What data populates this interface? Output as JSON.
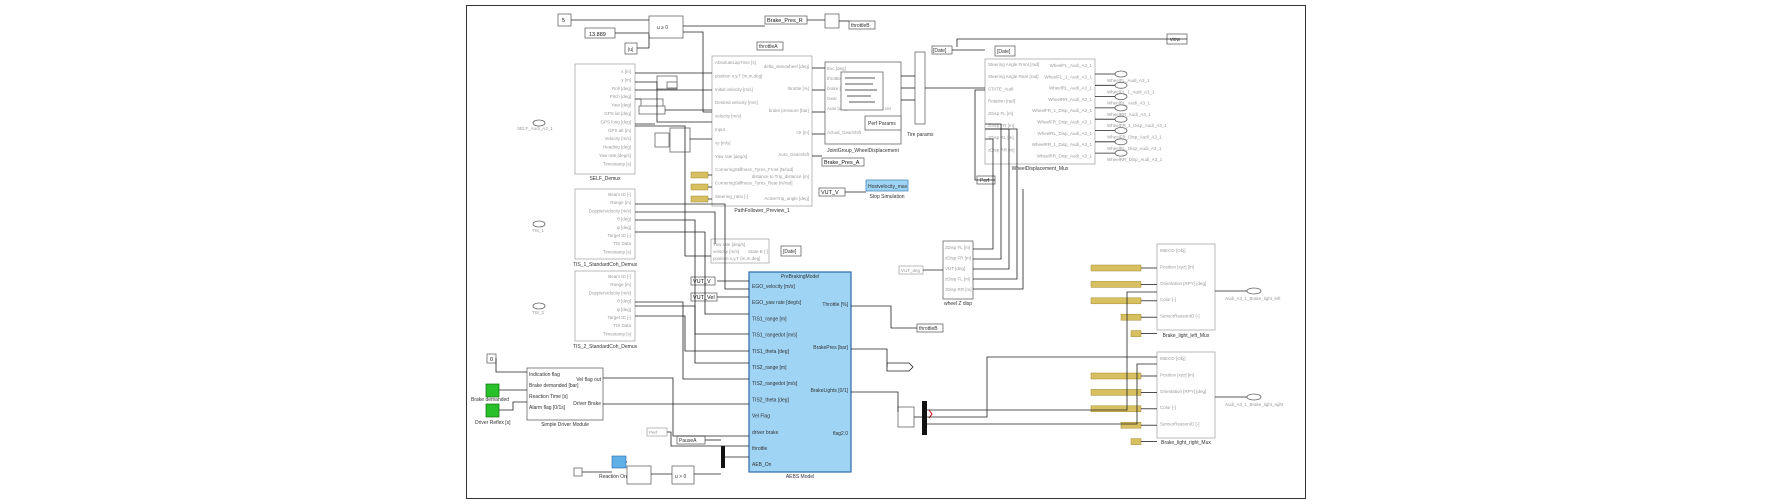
{
  "labels": {
    "const5": "5",
    "const13": "13.889",
    "brake_pres_r": "Brake_Pres_R",
    "brake_pres_a": "Brake_Pres_A",
    "throttle": "throttleB",
    "throttleA": "throttleA",
    "throttleS": "throttleB",
    "date_tag": "[Date]",
    "view": "view",
    "perf": "Perf",
    "vut_v": "VUT_V",
    "vut_vel": "VUT_Vel",
    "pause_lbl": "PauseA",
    "stop_sim_block": "Hostvelocity_max",
    "stop_sim_caption": "Stop Simulation",
    "self_demux": "SELF_Demux",
    "self_in": "SELF_Audi_A3_1",
    "tis1_in": "TIS_1",
    "tis2_in": "TIS_2",
    "tis1_demux": "TIS_1_StandardCoh_Demux",
    "tis2_demux": "TIS_2_StandardCoh_Demux",
    "path_follower": "PathFollower_Preview_1",
    "joint_group": "JointGroup_WheelDisplacement",
    "wheel_disp": "WheelDisplacement_Mux",
    "wheel_z_disp": "wheel Z disp",
    "aeb_model": "AEBS Model",
    "aeb_header": "PreBrakingModel",
    "simple_driver": "Simple Driver Module",
    "driver_reflex": "Driver Reflex [s]",
    "brake_demand": "Brake demanded",
    "reaction_onoff": "Reaction On/Off",
    "brake_light_left": "Brake_light_left_Mux",
    "brake_light_right": "Brake_light_right_Mux",
    "out_left": "Audi_A3_1_Brake_light_left",
    "out_right": "Audi_A3_1_Brake_light_right",
    "date_b": "[Date]",
    "const0": "0"
  },
  "self_ports": [
    "x [m]",
    "y [m]",
    "Roll [deg]",
    "Pitch [deg]",
    "Yaw [deg]",
    "GPS lat [deg]",
    "GPS long [deg]",
    "GPS alt [m]",
    "Velocity [m/s]",
    "Heading [deg]",
    "Yaw rate [deg/s]",
    "Timestamp [s]"
  ],
  "tis_ports": [
    "Beam ID [-]",
    "Range [m]",
    "DopplerVelocity [m/s]",
    "θ [deg]",
    "φ [deg]",
    "Target ID [-]",
    "TIS Data",
    "Timestamp [s]"
  ],
  "path_in": [
    "AbsoluteLapTime [s]",
    "position x,y,T [m,m,deg]",
    "Initial velocity [m/s]",
    "Desired velocity [m/s]",
    "velocity [m/s]",
    "Input",
    "vy [m/s]",
    "Yaw rate [deg/s]",
    "CorneringStiffness_Tyres_Front [N/rad]",
    "CorneringStiffness_Tyres_Rear [N/rad]",
    "Steering_ratio [-]"
  ],
  "path_out": [
    "delta_steerwheel [deg]",
    "throttle [%]",
    "brake pressure [bar]",
    "ctr [m]",
    "Auto_GearShift",
    "distance to Trip_distance [m]",
    "ActiveTrip_angle [deg]"
  ],
  "wheel_in": [
    "Steering Angle Front [rad]",
    "Steering Angle Rear [rad]",
    "STATE_Audi",
    "Rotation [rad]",
    "zDisp FL [m]",
    "zDisp FR [m]",
    "zDisp RL [m]",
    "zDisp RR [m]"
  ],
  "wheel_out": [
    "WheelFL_Audi_A3_1",
    "WheelFL_1_Audi_A3_1",
    "WheelRL_Audi_A3_1",
    "WheelRR_Audi_A3_1",
    "WheelFR_1_Disp_Audi_A3_1",
    "WheelFR_Disp_Audi_A3_1",
    "WheelRL_Disp_Audi_A3_1",
    "WheelRR_1_Disp_Audi_A3_1",
    "WheelRR_Disp_Audi_A3_1"
  ],
  "wheel_targets": [
    "WheelFL_Audi_A3_1",
    "WheelFL_1_Audi_A3_1",
    "WheelRL_Audi_A3_1",
    "WheelRR_Audi_A3_1",
    "WheelFR_1_Disp_Audi_A3_1",
    "WheelFR_Disp_Audi_A3_1",
    "WheelRL_Disp_Audi_A3_1",
    "WheelRR_Disp_Audi_A3_1"
  ],
  "zdisp_ports": [
    "zDisp FL [m]",
    "zDisp FR [m]",
    "VUT [deg]",
    "zDisp FL [m]",
    "zDisp RR [m]"
  ],
  "aeb_in": [
    "EGO_velocity [m/s]",
    "EGO_yaw rate [deg/s]",
    "TIS1_range [m]",
    "TIS1_rangedot [m/s]",
    "TIS1_theta [deg]",
    "TIS2_range [m]",
    "TIS2_rangedot [m/s]",
    "TIS2_theta [deg]",
    "Vel Flag",
    "driver brake",
    "throttle",
    "AEB_On"
  ],
  "aeb_out": [
    "Throttle [%]",
    "BrakePres [bar]",
    "BrakeLights [0/1]",
    "flag2.0"
  ],
  "driver_in": [
    "Indication flag",
    "Brake demanded [bar]",
    "Reaction Time [s]",
    "Alarm flag [0/1s]"
  ],
  "driver_out": [
    "Vel flag out",
    "Driver Brake"
  ],
  "light_ports": [
    "MIECO [Obj]",
    "Position [xyz] [m]",
    "Orientation [RPY] [deg]",
    "Color [-]",
    "SensorReasonID [-]"
  ],
  "colors": {
    "aeb_fill": "#9fd4f4",
    "green": "#28c028",
    "gold": "#d8c060",
    "switch": "#60b0e8"
  }
}
